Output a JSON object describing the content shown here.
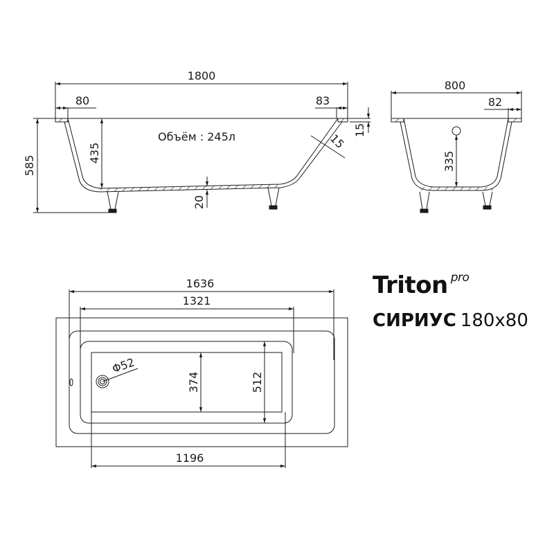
{
  "brand": {
    "name": "Triton",
    "suffix": "pro"
  },
  "model": {
    "name": "СИРИУС",
    "size": "180x80"
  },
  "side_view": {
    "volume_label": "Объём : 245л",
    "dimensions": {
      "overall_length": "1800",
      "left_rim": "80",
      "right_rim": "83",
      "rim_thickness": "15",
      "wall_thickness": "15",
      "height_total": "585",
      "inner_depth": "435",
      "bottom_thickness": "20"
    }
  },
  "end_view": {
    "dimensions": {
      "overall_width": "800",
      "rim": "82",
      "overflow_height": "335"
    }
  },
  "top_view": {
    "dimensions": {
      "length_inner_rim": "1636",
      "length_bowl": "1321",
      "bottom_length": "1196",
      "bottom_width": "374",
      "bowl_width": "512",
      "drain_diameter": "Φ52"
    }
  },
  "colors": {
    "line": "#1a1a1a",
    "background": "#ffffff"
  }
}
